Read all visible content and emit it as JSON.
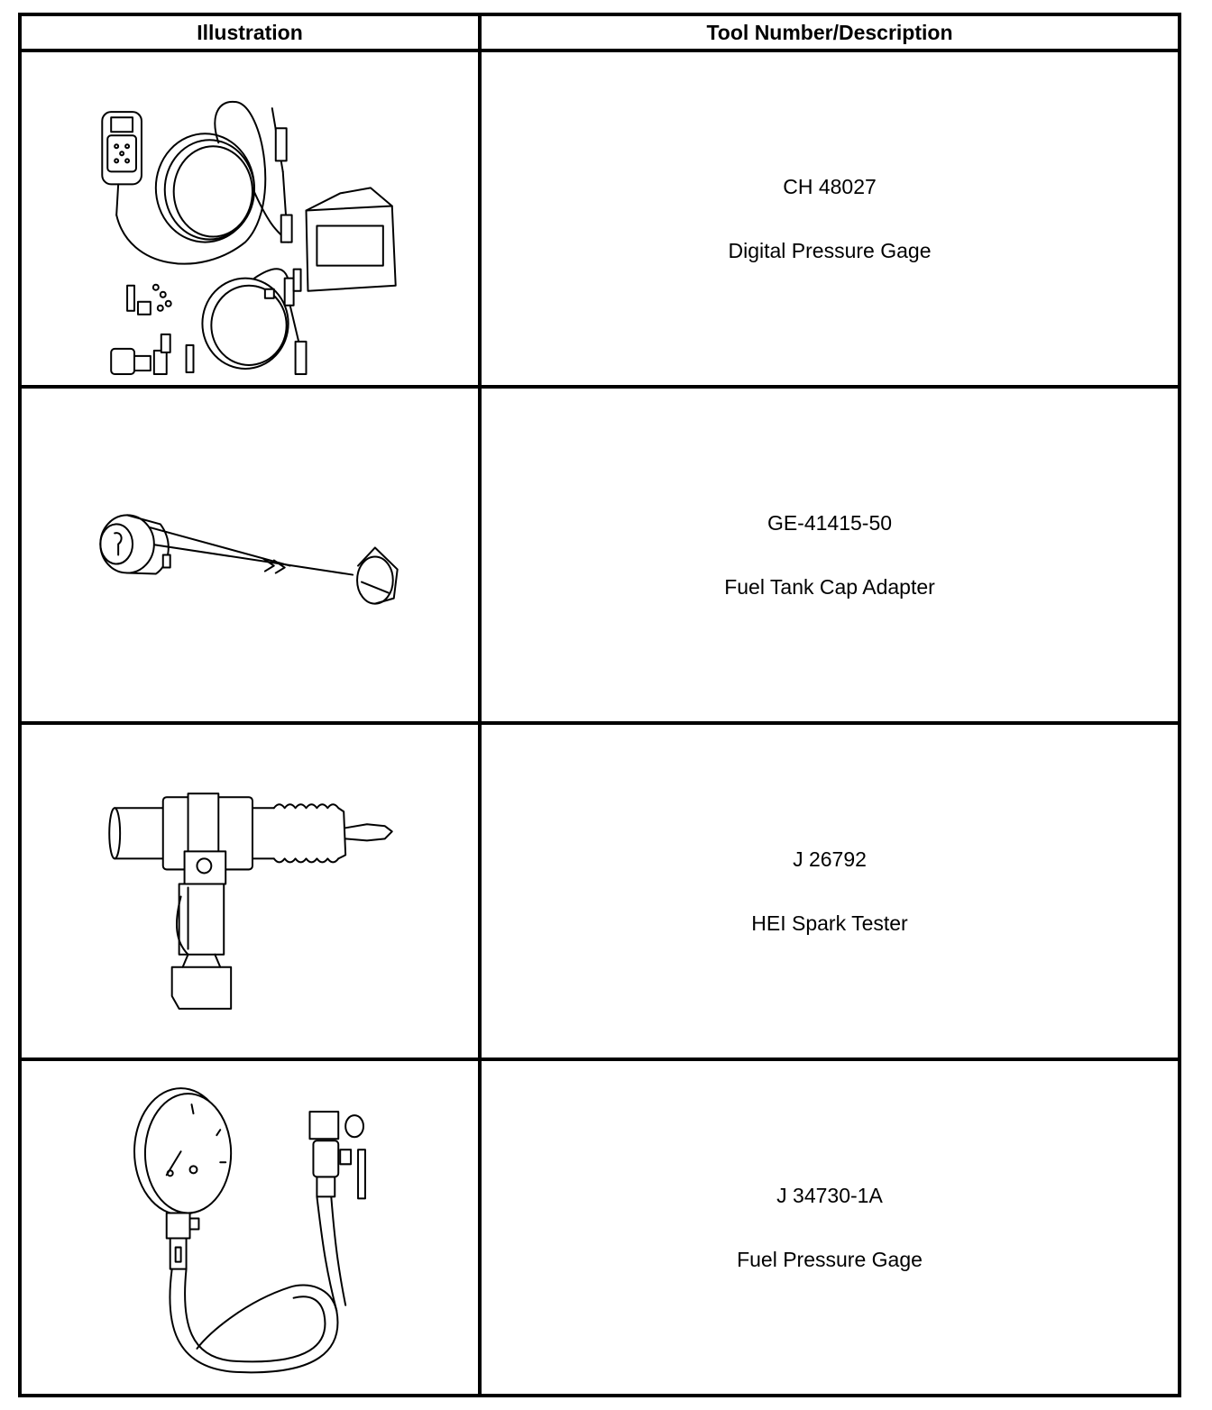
{
  "table": {
    "headers": {
      "illustration": "Illustration",
      "tool": "Tool Number/Description"
    },
    "rows": [
      {
        "tool_number": "CH 48027",
        "description": "Digital Pressure Gage"
      },
      {
        "tool_number": "GE-41415-50",
        "description": "Fuel Tank Cap Adapter"
      },
      {
        "tool_number": "J 26792",
        "description": "HEI Spark Tester"
      },
      {
        "tool_number": "J 34730-1A",
        "description": "Fuel Pressure Gage"
      }
    ]
  }
}
